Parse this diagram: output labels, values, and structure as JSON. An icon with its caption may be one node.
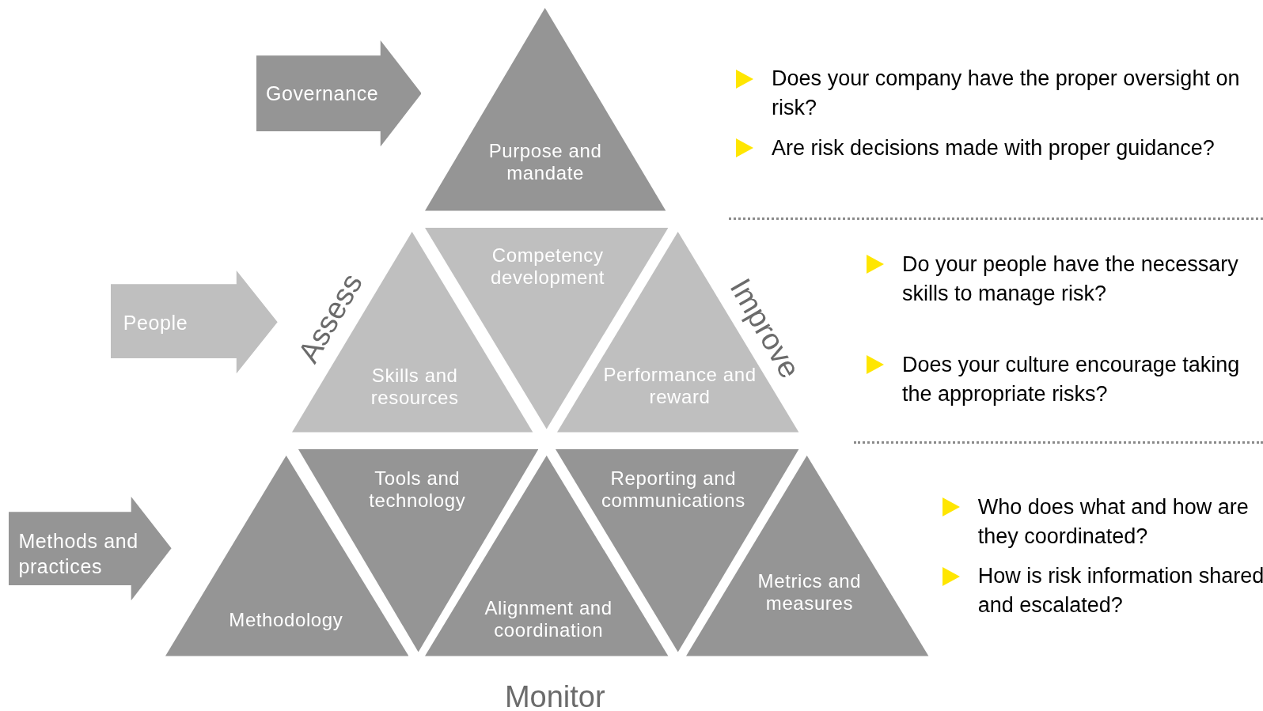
{
  "diagram": {
    "nodes": [
      {
        "text": [
          "Governance"
        ]
      },
      {
        "text": [
          "Purpose and mandate"
        ]
      },
      {
        "text": [
          "People"
        ]
      },
      {
        "text": [
          "Skills and resources"
        ]
      },
      {
        "text": [
          "Competency development"
        ]
      },
      {
        "text": [
          "Performance and reward"
        ]
      },
      {
        "text": [
          "Methods and practices"
        ]
      },
      {
        "text": [
          "Methodology"
        ]
      },
      {
        "text": [
          "Tools and technology"
        ]
      },
      {
        "text": [
          "Alignment and coordination"
        ]
      },
      {
        "text": [
          "Reporting and communications"
        ]
      },
      {
        "text": [
          "Metrics and measures"
        ]
      }
    ],
    "labels": [
      "Assess",
      "Improve",
      "Monitor",
      "Does your company have the proper oversight on risk?",
      "Are risk decisions made with proper guidance?",
      "Do your people have the necessary skills to manage risk?",
      "Does your culture encourage taking the appropriate risks?",
      "Who does what and how are they coordinated?",
      "How is risk information shared and escalated?"
    ]
  }
}
